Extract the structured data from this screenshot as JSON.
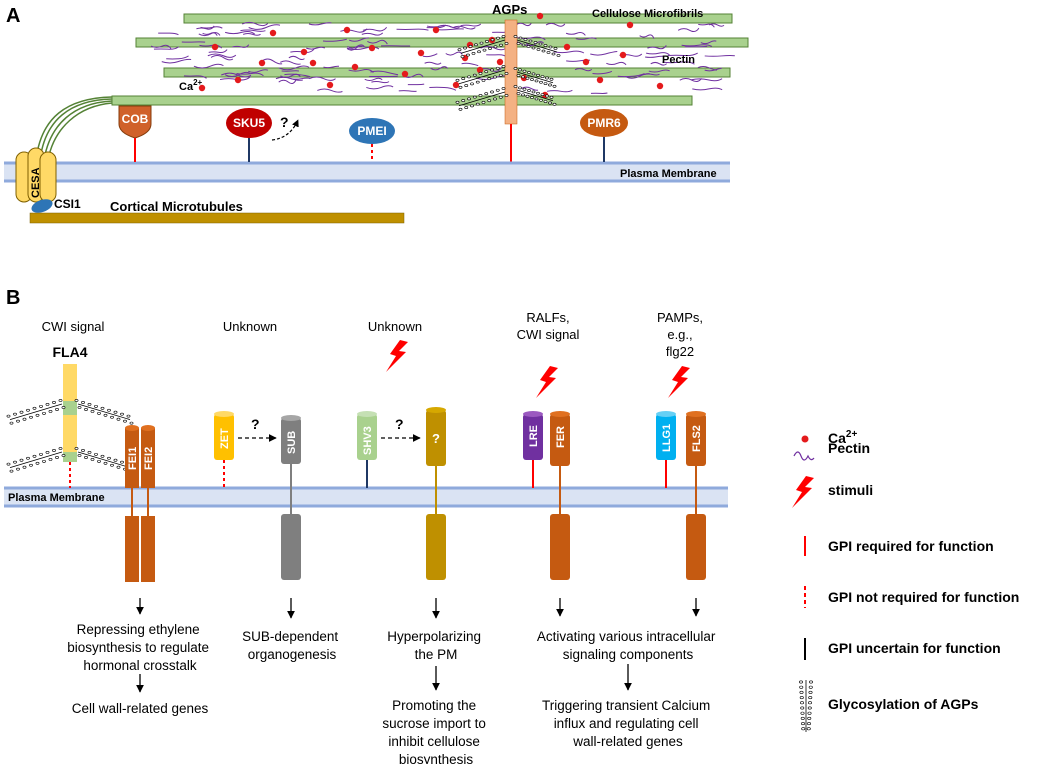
{
  "panel_a": {
    "label": "A",
    "agps": "AGPs",
    "cellulose": "Cellulose Microfibrils",
    "pectin": "Pectin",
    "ca": "Ca",
    "ca_sup": "2+",
    "cob": "COB",
    "sku5": "SKU5",
    "question": "?",
    "pmei": "PMEI",
    "pmr6": "PMR6",
    "plasma_membrane": "Plasma Membrane",
    "cesa": "CESA",
    "csi1": "CSI1",
    "microtubules": "Cortical Microtubules"
  },
  "panel_b": {
    "label": "B",
    "plasma_membrane": "Plasma Membrane",
    "fla4": "FLA4",
    "groups": [
      {
        "stimulus": [
          "CWI signal"
        ],
        "proteins": [
          "FEI1",
          "FEI2"
        ],
        "outcomes": [
          "Repressing ethylene",
          "biosynthesis to regulate",
          "hormonal crosstalk"
        ],
        "outcomes2": [
          "Cell wall-related genes"
        ]
      },
      {
        "stimulus": [
          "Unknown"
        ],
        "proteins": [
          "ZET",
          "SUB"
        ],
        "outcomes": [
          "SUB-dependent",
          "organogenesis"
        ],
        "outcomes2": []
      },
      {
        "stimulus": [
          "Unknown"
        ],
        "proteins": [
          "SHV3",
          "?"
        ],
        "outcomes": [
          "Hyperpolarizing",
          "the PM"
        ],
        "outcomes2": [
          "Promoting the",
          "sucrose import to",
          "inhibit cellulose",
          "biosynthesis"
        ]
      },
      {
        "stimulus": [
          "RALFs,",
          "CWI signal"
        ],
        "proteins": [
          "LRE",
          "FER"
        ],
        "outcomes": [
          "Activating various intracellular",
          "signaling components"
        ],
        "outcomes2": [
          "Triggering transient Calcium",
          "influx and regulating cell",
          "wall-related genes"
        ]
      },
      {
        "stimulus": [
          "PAMPs,",
          "e.g.,",
          "flg22"
        ],
        "proteins": [
          "LLG1",
          "FLS2"
        ],
        "outcomes": [],
        "outcomes2": []
      }
    ],
    "arrow_question": "?"
  },
  "legend": {
    "ca": "Ca",
    "ca_sup": "2+",
    "pectin": "Pectin",
    "stimuli": "stimuli",
    "gpi_required": "GPI required for function",
    "gpi_not_required": "GPI not required for function",
    "gpi_uncertain": "GPI uncertain for function",
    "glycosylation": "Glycosylation of AGPs"
  },
  "colors": {
    "microfibril": "#a9d18e",
    "microfibril_edge": "#548235",
    "membrane": "#dae3f3",
    "membrane_edge": "#8faadc",
    "calcium": "#e41a1c",
    "pectin": "#7030a0",
    "cob": "#d0612a",
    "sku5": "#c00000",
    "pmei": "#2e75b6",
    "pmr6": "#c55a11",
    "agp": "#f4b183",
    "cesa": "#ffd966",
    "microtubule": "#bf9000",
    "fla4": "#ffd966",
    "fei": "#c55a11",
    "zet": "#ffc000",
    "sub": "#7f7f7f",
    "shv3": "#a9d18e",
    "unknown_rlk": "#bf9000",
    "lre": "#7030a0",
    "fer": "#c55a11",
    "llg1": "#00b0f0",
    "fls2": "#c55a11",
    "stimulus": "#ff0000",
    "gpi_required": "#ff0000",
    "gpi_uncertain": "#1f3864"
  }
}
